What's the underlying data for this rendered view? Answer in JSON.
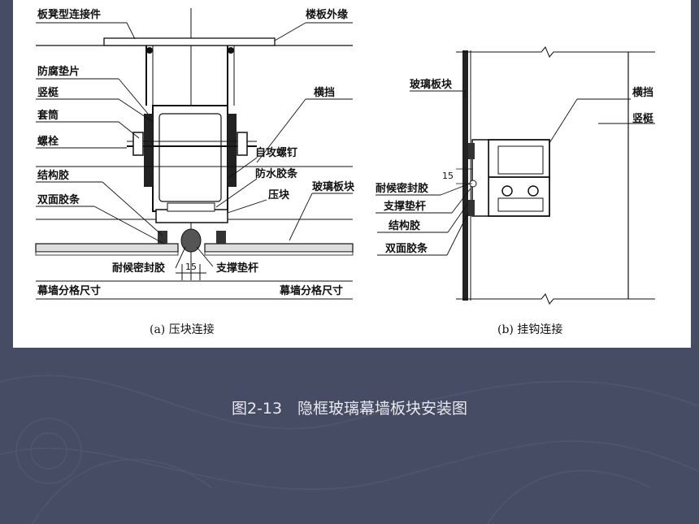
{
  "figure_caption": "图2-13　隐框玻璃幕墙板块安装图",
  "diagram_a": {
    "caption": "(a) 压块连接",
    "labels": {
      "bracket": "板凳型连接件",
      "floor_edge": "楼板外缘",
      "anticorrosion_pad": "防腐垫片",
      "mullion": "竖梃",
      "sleeve": "套筒",
      "bolt": "螺栓",
      "transom": "横挡",
      "self_tapping_screw": "自攻螺钉",
      "waterproof_strip": "防水胶条",
      "structural_glue": "结构胶",
      "pressure_block": "压块",
      "glass_panel": "玻璃板块",
      "double_sided_tape": "双面胶条",
      "weather_sealant": "耐候密封胶",
      "gap_dim": "15",
      "support_rod": "支撑垫杆",
      "grid_dim_left": "幕墙分格尺寸",
      "grid_dim_right": "幕墙分格尺寸"
    }
  },
  "diagram_b": {
    "caption": "(b) 挂钩连接",
    "labels": {
      "glass_panel": "玻璃板块",
      "transom": "横挡",
      "mullion": "竖梃",
      "weather_sealant": "耐候密封胶",
      "support_rod": "支撑垫杆",
      "structural_glue": "结构胶",
      "double_sided_tape": "双面胶条",
      "dim_15": "15"
    }
  }
}
